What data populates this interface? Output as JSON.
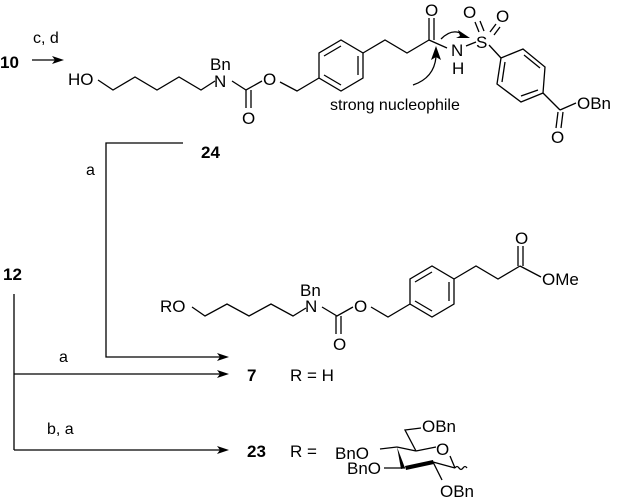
{
  "scheme": {
    "top_reaction": {
      "start_compound": "10",
      "conditions": "c, d",
      "product_compound": "24",
      "product_labels": {
        "hydroxyl": "HO",
        "n_substituent": "Bn",
        "carbamate_n": "N",
        "carbamate_o": "O",
        "carbonyl_o": "O",
        "amide_o": "O",
        "sulfonyl_o1": "O",
        "sulfonyl_o2": "O",
        "sulfur": "S",
        "sulfonamide_n": "N",
        "sulfonamide_h": "H",
        "ester_o": "O",
        "ester_group": "OBn"
      },
      "annotation": "strong nucleophile"
    },
    "branch_from_24": {
      "conditions": "a",
      "target": "7"
    },
    "start_compound_2": "12",
    "branch_1": {
      "conditions": "a",
      "product": "7",
      "r_def": "R = H"
    },
    "branch_2": {
      "conditions": "b, a",
      "product": "23",
      "r_def": "R ="
    },
    "core_structure_labels": {
      "ro": "RO",
      "n_substituent": "Bn",
      "carbamate_n": "N",
      "carbamate_o": "O",
      "carbonyl_o": "O",
      "ester_carbonyl_o": "O",
      "ester_group": "OMe"
    },
    "sugar_labels": {
      "o6": "OBn",
      "ring_o": "O",
      "o4": "BnO",
      "o3": "BnO",
      "o2": "OBn"
    }
  }
}
